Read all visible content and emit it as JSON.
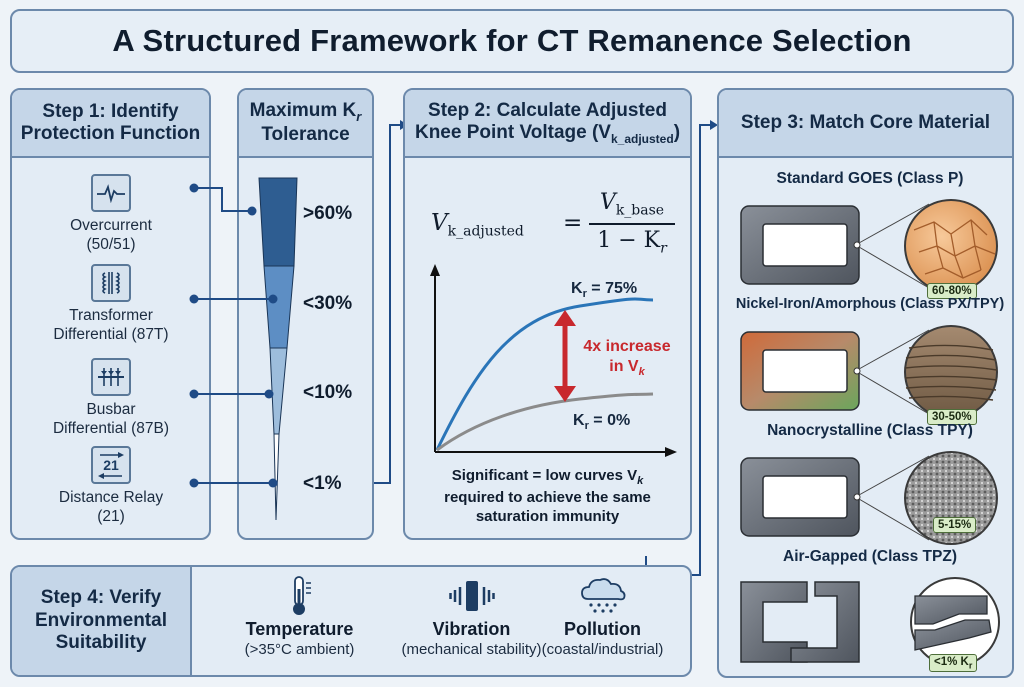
{
  "title": "A Structured Framework for CT Remanence Selection",
  "step1": {
    "heading": "Step 1: Identify Protection Function",
    "functions": [
      {
        "label": "Overcurrent",
        "code": "(50/51)",
        "icon": "waveform-pulse-icon"
      },
      {
        "label": "Transformer",
        "code": "Differential (87T)",
        "icon": "transformer-icon"
      },
      {
        "label": "Busbar",
        "code": "Differential (87B)",
        "icon": "busbar-icon"
      },
      {
        "label": "Distance Relay",
        "code": "(21)",
        "icon": "distance-relay-icon",
        "icon_text": "21"
      }
    ]
  },
  "tolerance": {
    "heading_main": "Maximum K",
    "heading_sub": "r",
    "heading_tail": "Tolerance",
    "levels": [
      {
        "label": ">60%",
        "color": "#2e5d91"
      },
      {
        "label": "<30%",
        "color": "#5d8ec4"
      },
      {
        "label": "<10%",
        "color": "#9dbddc"
      },
      {
        "label": "<1%",
        "color": "#ffffff"
      }
    ]
  },
  "step2": {
    "heading_line1": "Step 2: Calculate Adjusted",
    "heading_line2": "Knee Point Voltage (V",
    "heading_sub": "k_adjusted",
    "heading_close": ")",
    "formula": {
      "lhs_var": "V",
      "lhs_sub": "k_adjusted",
      "num_var": "V",
      "num_sub": "k_base",
      "den": "1 − K",
      "den_sub": "r"
    },
    "curve_high_label": "K",
    "curve_high_sub": "r",
    "curve_high_value": " = 75%",
    "curve_low_label": "K",
    "curve_low_sub": "r",
    "curve_low_value": " = 0%",
    "increase_line1": "4x increase",
    "increase_line2": "in V",
    "increase_sub": "k",
    "caption_line1": "Significant = low curves V",
    "caption_sub": "k",
    "caption_line2": "required to achieve the same",
    "caption_line3": "saturation immunity",
    "colors": {
      "high": "#2a75b8",
      "low": "#8b8b8b",
      "arrow": "#c8282d"
    }
  },
  "step3": {
    "heading": "Step 3: Match Core Material",
    "materials": [
      {
        "name": "Standard GOES (Class P)",
        "range": "60-80%",
        "icon": "goes-grain-icon"
      },
      {
        "name": "Nickel-Iron/Amorphous (Class PX/TPY)",
        "range": "30-50%",
        "icon": "amorphous-layer-icon"
      },
      {
        "name": "Nanocrystalline (Class TPY)",
        "range": "5-15%",
        "icon": "nanocrystal-icon"
      },
      {
        "name": "Air-Gapped (Class TPZ)",
        "range": "<1% K",
        "range_sub": "r",
        "icon": "air-gap-icon"
      }
    ]
  },
  "step4": {
    "heading": "Step 4: Verify Environmental Suitability",
    "items": [
      {
        "name": "Temperature",
        "desc": "(>35°C ambient)",
        "icon": "thermometer-icon"
      },
      {
        "name": "Vibration",
        "desc": "(mechanical stability)",
        "icon": "vibration-icon"
      },
      {
        "name": "Pollution",
        "desc": "(coastal/industrial)",
        "icon": "pollution-cloud-icon"
      }
    ]
  }
}
